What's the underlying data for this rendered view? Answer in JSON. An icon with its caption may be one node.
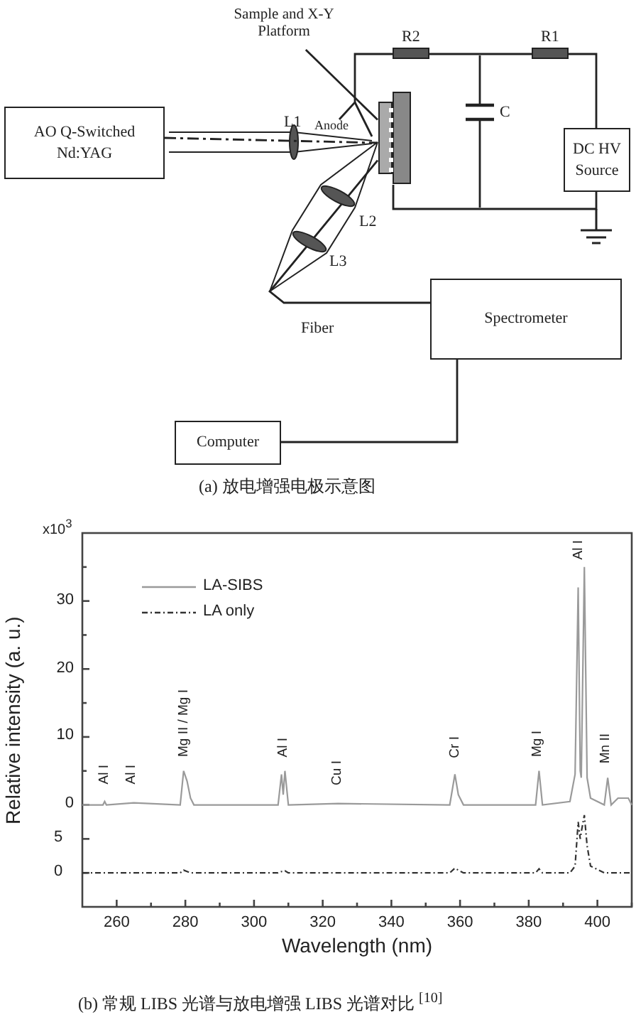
{
  "diagram": {
    "caption": "(b) 常规 LIBS 光谱与放电增强 LIBS 光谱对比 $^{[10]}$",
    "nodes": [
      {
        "text": [
          "AO Q-Switched Nd:YAG"
        ]
      },
      {
        "text": [
          "Sample and X-Y Platform"
        ]
      },
      {
        "text": [
          "Anode"
        ]
      },
      {
        "text": [],
        "shape": "box"
      },
      {
        "text": [
          "DC HV Source"
        ]
      },
      {
        "text": [
          "Spectrometer"
        ]
      },
      {
        "text": [
          "Computer"
        ]
      }
    ],
    "edges": [
      {
        "from": 0,
        "to": 3,
        "arrow": "none",
        "style": "dashed"
      },
      {
        "from": 1,
        "to": 3,
        "arrow": "none"
      },
      {
        "from": 2,
        "to": 4,
        "arrow": "none"
      },
      {
        "from": 3,
        "to": 5,
        "arrow": "none"
      },
      {
        "from": 3,
        "to": 4,
        "arrow": "none"
      },
      {
        "from": 5,
        "to": 6,
        "arrow": "none"
      }
    ],
    "labels": [
      "L1",
      "R2",
      "R1",
      "C",
      "L2",
      "L3",
      "Fiber",
      "(a) 放电增强电极示意图",
      "x10$^{3}$",
      "5",
      "0"
    ],
    "chart_data": {
      "type": "line",
      "xlabel": "Wavelength (nm)",
      "ylabel": "Relative intensity (a. u.)",
      "x": [
        250,
        256,
        256.5,
        257,
        265,
        278.5,
        279.5,
        280.5,
        281.5,
        282.5,
        307,
        308,
        308.5,
        309,
        310,
        324.5,
        357,
        358.5,
        359.5,
        361,
        382,
        383,
        384,
        392,
        393.5,
        394.4,
        395,
        395.3,
        396.2,
        397,
        398,
        402,
        403,
        404,
        406,
        409,
        410
      ],
      "series": [
        {
          "name": "LA-SIBS",
          "color": "#9a9a9a",
          "values": [
            0,
            0,
            0.5,
            0,
            0.3,
            0,
            5,
            3.5,
            1,
            0,
            0,
            4.5,
            1.5,
            5,
            0,
            0.2,
            0,
            4.5,
            1.5,
            0,
            0,
            5,
            0,
            0.5,
            4.5,
            32,
            5,
            4,
            35,
            4,
            1,
            0,
            4,
            0,
            1,
            1,
            0
          ]
        },
        {
          "name": "LA only",
          "color": "#333333",
          "line_style": "dashdot",
          "values": [
            -10,
            -10,
            -10,
            -10,
            -10,
            -10,
            -9.6,
            -9.8,
            -10,
            -10,
            -10,
            -9.8,
            -9.8,
            -9.7,
            -10,
            -10,
            -10,
            -9.3,
            -9.6,
            -10,
            -10,
            -9.4,
            -10,
            -10,
            -9,
            -2.5,
            -5,
            -4,
            -1.5,
            -6,
            -9,
            -10,
            -10,
            -10,
            -10,
            -10,
            -10
          ]
        }
      ],
      "xlim": [
        250,
        410
      ],
      "ylim": [
        -15,
        40
      ],
      "xticks": [
        260,
        280,
        300,
        320,
        340,
        360,
        380,
        400
      ],
      "yticks": [
        0,
        10,
        20,
        30
      ],
      "legend": true,
      "annotations": [
        "Al I",
        "Al I",
        "Mg II / Mg I",
        "Al I",
        "Cu I",
        "Cr I",
        "Mg I",
        "Al I",
        "Mn II"
      ]
    }
  }
}
